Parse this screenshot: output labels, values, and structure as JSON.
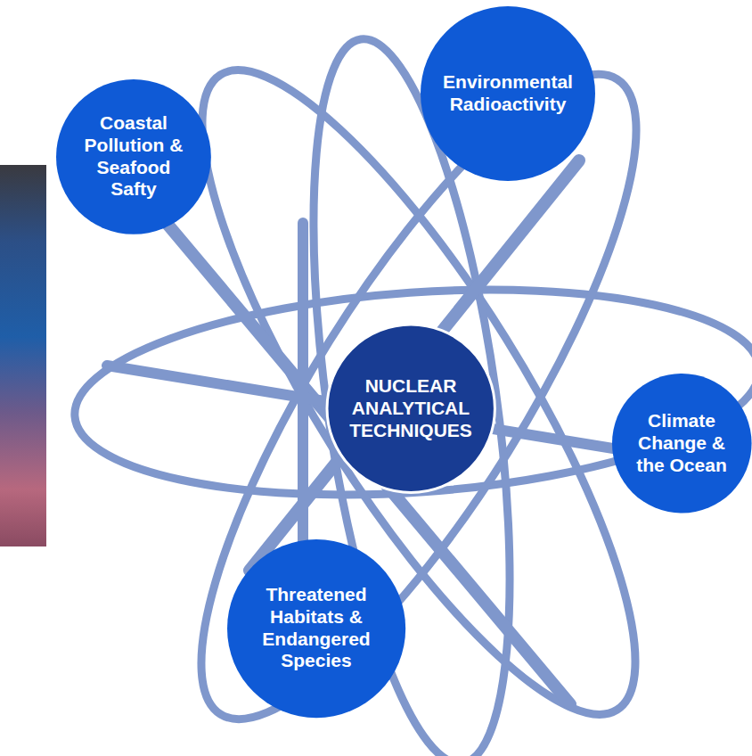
{
  "diagram": {
    "nodes": [
      {
        "text": [
          "Coastal Pollution & Seafood Safty"
        ]
      },
      {
        "text": [
          "Environmental Radioactivity"
        ]
      },
      {
        "text": [
          "NUCLEAR ANALYTICAL TECHNIQUES"
        ]
      },
      {
        "text": [
          "Climate Change & the Ocean"
        ]
      },
      {
        "text": [
          "Threatened Habitats & Endangered Species"
        ]
      }
    ]
  }
}
